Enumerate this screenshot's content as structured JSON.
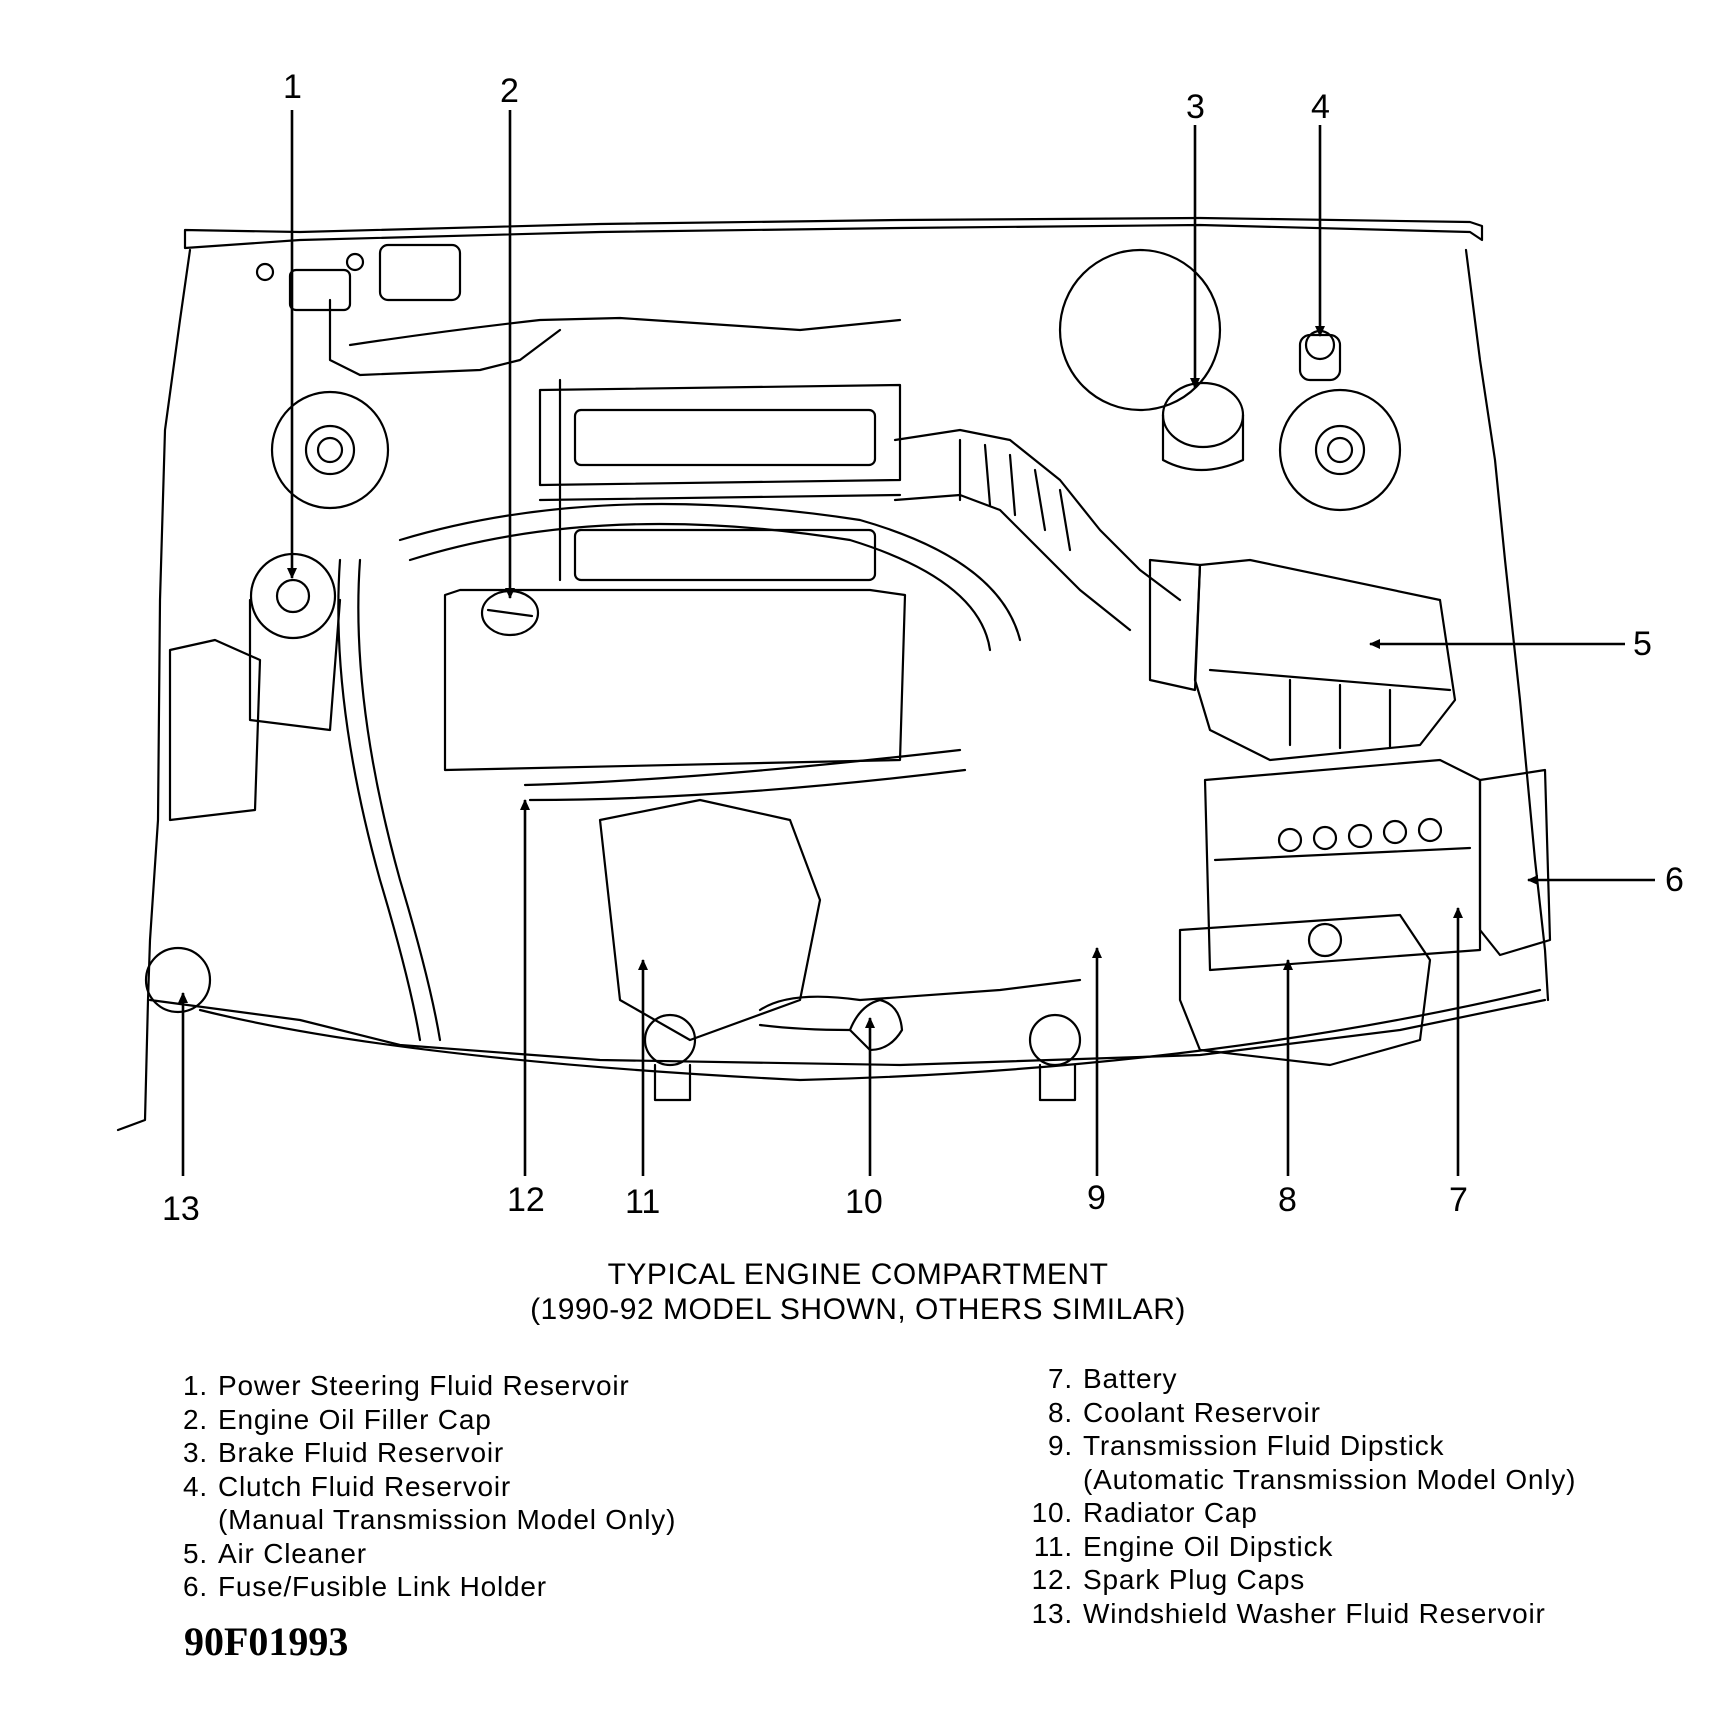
{
  "caption": {
    "title": "TYPICAL ENGINE COMPARTMENT",
    "subtitle": "(1990-92 MODEL SHOWN, OTHERS SIMILAR)"
  },
  "callouts": [
    "1",
    "2",
    "3",
    "4",
    "5",
    "6",
    "7",
    "8",
    "9",
    "10",
    "11",
    "12",
    "13"
  ],
  "legend_left": [
    {
      "num": "1.",
      "text": "Power Steering Fluid Reservoir"
    },
    {
      "num": "2.",
      "text": "Engine Oil Filler Cap"
    },
    {
      "num": "3.",
      "text": "Brake Fluid Reservoir"
    },
    {
      "num": "4.",
      "text": "Clutch Fluid Reservoir"
    },
    {
      "num": "",
      "text": "(Manual Transmission Model Only)"
    },
    {
      "num": "5.",
      "text": "Air Cleaner"
    },
    {
      "num": "6.",
      "text": "Fuse/Fusible Link Holder"
    }
  ],
  "legend_right": [
    {
      "num": "7.",
      "text": "Battery"
    },
    {
      "num": "8.",
      "text": "Coolant Reservoir"
    },
    {
      "num": "9.",
      "text": "Transmission Fluid Dipstick"
    },
    {
      "num": "",
      "text": "(Automatic Transmission Model Only)"
    },
    {
      "num": "10.",
      "text": "Radiator Cap"
    },
    {
      "num": "11.",
      "text": "Engine Oil Dipstick"
    },
    {
      "num": "12.",
      "text": "Spark Plug Caps"
    },
    {
      "num": "13.",
      "text": "Windshield Washer Fluid Reservoir"
    }
  ],
  "figure_code": "90F01993"
}
